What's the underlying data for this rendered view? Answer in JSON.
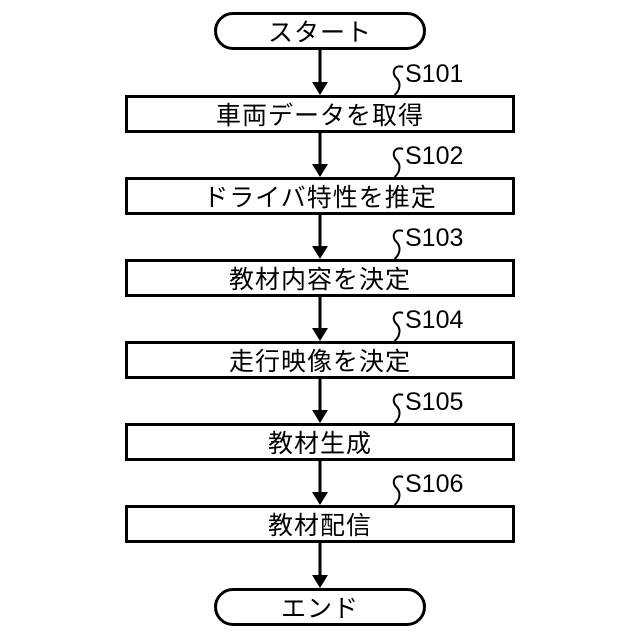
{
  "figure": {
    "background": "#ffffff",
    "line_color": "#000000",
    "start_label": "スタート",
    "end_label": "エンド",
    "steps": [
      {
        "id": "S101",
        "label": "車両データを取得"
      },
      {
        "id": "S102",
        "label": "ドライバ特性を推定"
      },
      {
        "id": "S103",
        "label": "教材内容を決定"
      },
      {
        "id": "S104",
        "label": "走行映像を決定"
      },
      {
        "id": "S105",
        "label": "教材生成"
      },
      {
        "id": "S106",
        "label": "教材配信"
      }
    ]
  }
}
